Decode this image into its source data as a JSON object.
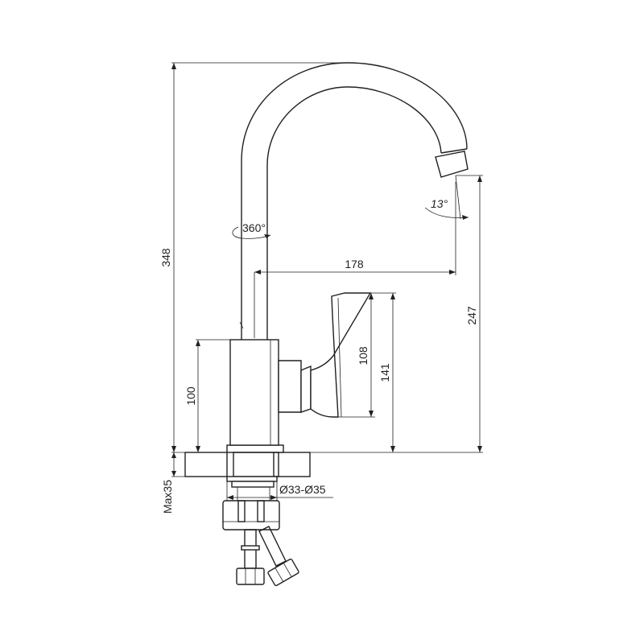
{
  "dimensions": {
    "total_height": "348",
    "spout_reach": "178",
    "spout_height": "247",
    "handle_height": "108",
    "body_handle_height": "141",
    "body_height": "100",
    "max_counter_thickness": "Max35",
    "hole_diameter": "Ø33-Ø35"
  },
  "annotations": {
    "rotation": "360°",
    "angle": "13°"
  },
  "icons": [
    "rotation-arrow-icon",
    "angle-arc-icon"
  ]
}
